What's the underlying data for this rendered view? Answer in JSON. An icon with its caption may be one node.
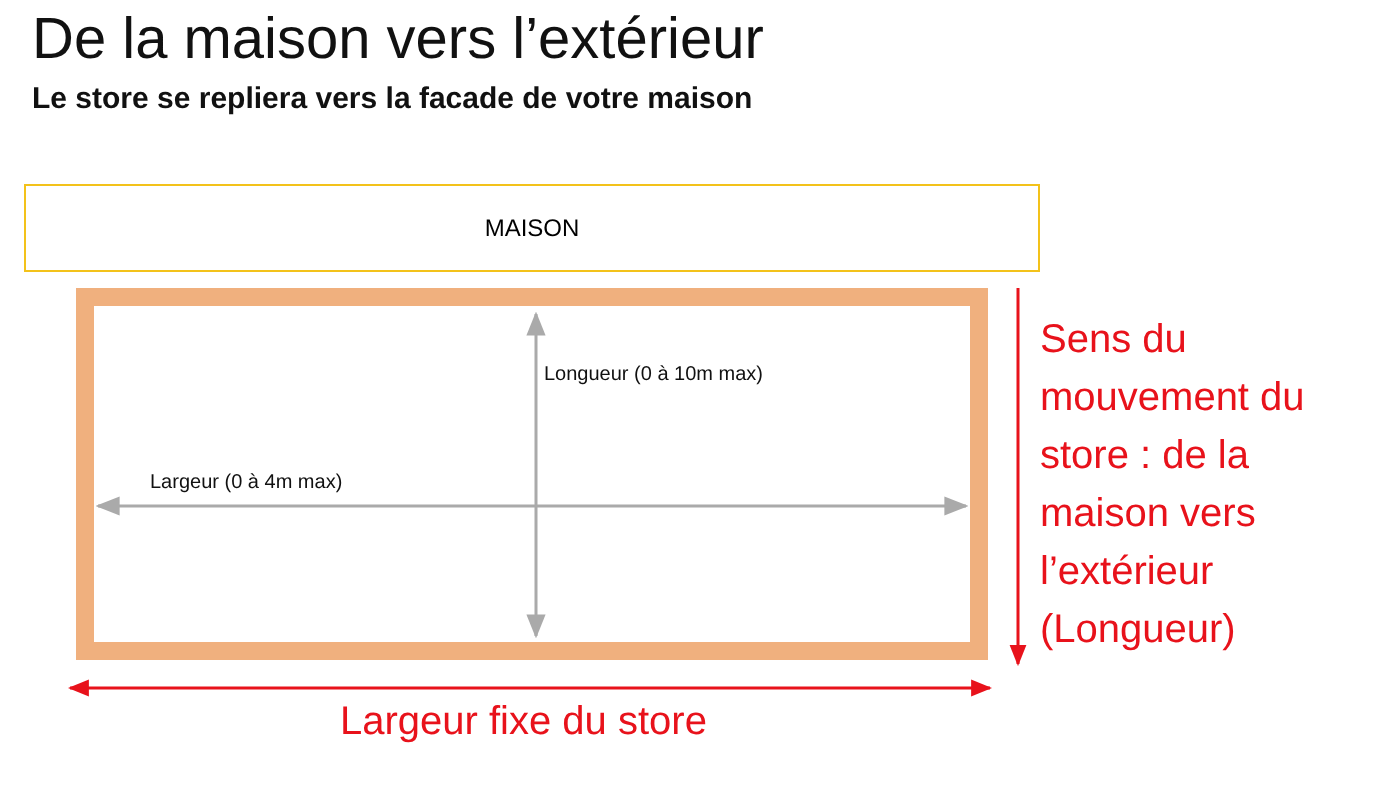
{
  "diagram": {
    "title": "De la maison vers l’extérieur",
    "nodes": [
      {
        "text": [
          "MAISON"
        ]
      },
      {
        "text": [],
        "shape": "box"
      }
    ],
    "edges": [],
    "labels": [
      "Le store se repliera vers la facade de votre maison",
      "Longueur (0 à 10m max)",
      "Largeur (0 à 4m max)",
      "Sens du mouvement du store : de la maison vers l’extérieur (Longueur)",
      "Largeur fixe du store"
    ]
  }
}
